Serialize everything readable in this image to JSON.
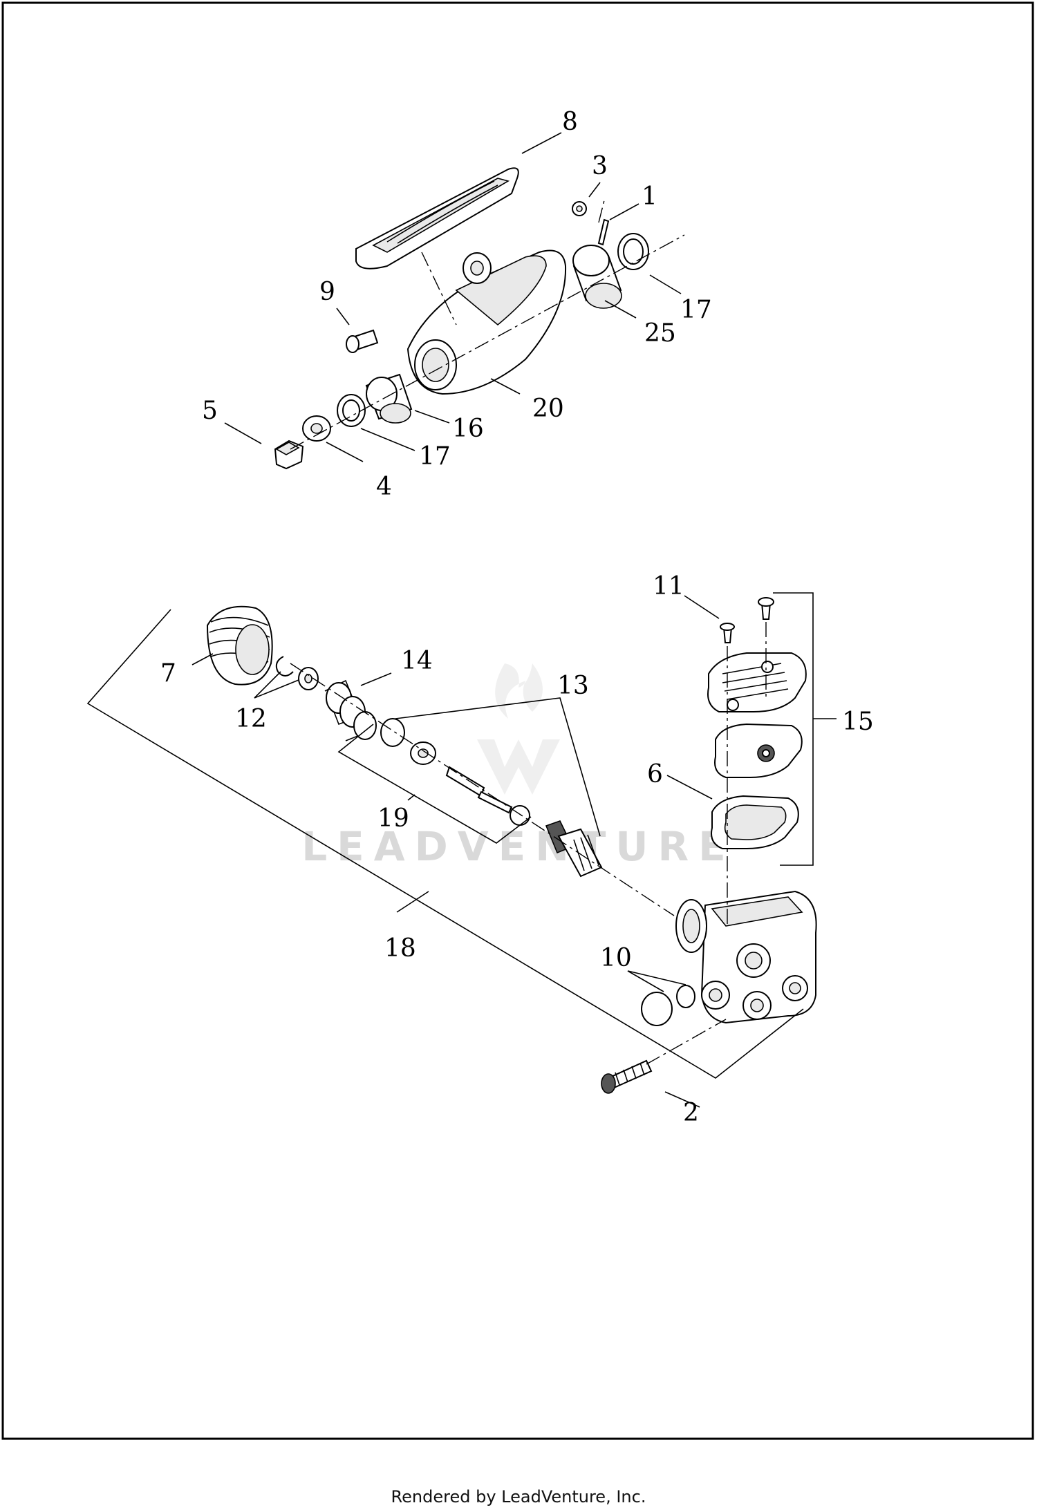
{
  "diagram": {
    "callouts": {
      "c1": "1",
      "c2": "2",
      "c3": "3",
      "c4": "4",
      "c5": "5",
      "c6": "6",
      "c7": "7",
      "c8": "8",
      "c9": "9",
      "c10": "10",
      "c11": "11",
      "c12": "12",
      "c13": "13",
      "c14": "14",
      "c15": "15",
      "c16": "16",
      "c17a": "17",
      "c17b": "17",
      "c18": "18",
      "c19": "19",
      "c20": "20",
      "c25": "25"
    },
    "watermark": "LEADVENTURE"
  },
  "footer": {
    "text": "Rendered by LeadVenture, Inc."
  }
}
